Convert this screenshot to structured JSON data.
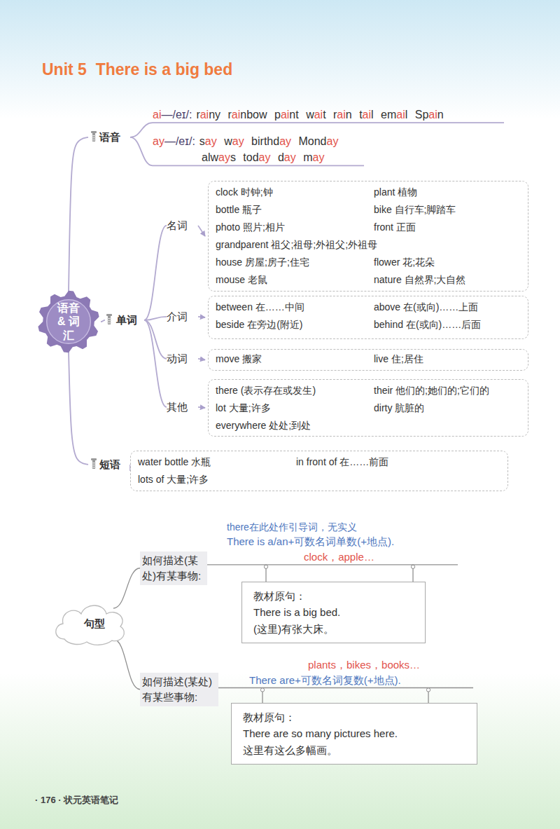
{
  "diagram": {
    "title": "Unit 5  There is a big bed",
    "nodes": [
      {
        "text": [
          "语音 & 词汇"
        ]
      },
      {
        "text": [
          "语音"
        ]
      },
      {
        "text": [
          "ai—/eɪ/:",
          "rainy rainbow paint wait rain tail email Spain"
        ]
      },
      {
        "text": [
          "ay—/eɪ/:",
          "say way birthday Monday always today day may"
        ]
      },
      {
        "text": [
          "单词"
        ]
      },
      {
        "text": [
          "名词"
        ]
      },
      {
        "text": [
          "clock 时钟;钟",
          "plant 植物",
          "bottle 瓶子",
          "bike 自行车;脚踏车",
          "photo 照片;相片",
          "front 正面",
          "grandparent 祖父;祖母;外祖父;外祖母",
          "house 房屋;房子;住宅",
          "flower 花;花朵",
          "mouse 老鼠",
          "nature 自然界;大自然"
        ]
      },
      {
        "text": [
          "介词"
        ]
      },
      {
        "text": [
          "between 在……中间",
          "above 在(或向)……上面",
          "beside 在旁边(附近)",
          "behind 在(或向)……后面"
        ]
      },
      {
        "text": [
          "动词"
        ]
      },
      {
        "text": [
          "move 搬家",
          "live 住;居住"
        ]
      },
      {
        "text": [
          "其他"
        ]
      },
      {
        "text": [
          "there (表示存在或发生)",
          "their 他们的;她们的;它们的",
          "lot 大量;许多",
          "dirty 肮脏的",
          "everywhere 处处;到处"
        ]
      },
      {
        "text": [
          "短语"
        ]
      },
      {
        "text": [
          "water bottle 水瓶",
          "in front of 在……前面",
          "lots of 大量;许多"
        ]
      },
      {
        "text": [
          "句型"
        ]
      },
      {
        "text": [
          "如何描述(某处)有某事物:"
        ]
      },
      {
        "text": [
          "there在此处作引导词，无实义",
          "There is a/an+可数名词单数(+地点).",
          "clock，apple…"
        ]
      },
      {
        "text": [
          "教材原句：",
          "There is a big bed.",
          "(这里)有张大床。"
        ]
      },
      {
        "text": [
          "如何描述(某处)有某些事物:"
        ]
      },
      {
        "text": [
          "plants，bikes，books…",
          "There are+可数名词复数(+地点)."
        ]
      },
      {
        "text": [
          "教材原句：",
          "There are so many pictures here.",
          "这里有这么多幅画。"
        ]
      }
    ],
    "edges": [
      {
        "from": 0,
        "to": 1,
        "arrow": "none"
      },
      {
        "from": 1,
        "to": 2,
        "arrow": "none"
      },
      {
        "from": 1,
        "to": 3,
        "arrow": "none"
      },
      {
        "from": 0,
        "to": 4,
        "arrow": "none"
      },
      {
        "from": 4,
        "to": 5,
        "arrow": "none"
      },
      {
        "from": 5,
        "to": 6,
        "arrow": "to"
      },
      {
        "from": 4,
        "to": 7,
        "arrow": "none"
      },
      {
        "from": 7,
        "to": 8,
        "arrow": "to"
      },
      {
        "from": 4,
        "to": 9,
        "arrow": "none"
      },
      {
        "from": 9,
        "to": 10,
        "arrow": "to"
      },
      {
        "from": 4,
        "to": 11,
        "arrow": "none"
      },
      {
        "from": 11,
        "to": 12,
        "arrow": "to"
      },
      {
        "from": 0,
        "to": 13,
        "arrow": "none"
      },
      {
        "from": 13,
        "to": 14,
        "arrow": "none"
      },
      {
        "from": 15,
        "to": 16,
        "arrow": "none"
      },
      {
        "from": 16,
        "to": 17,
        "arrow": "none"
      },
      {
        "from": 17,
        "to": 18,
        "arrow": "none"
      },
      {
        "from": 17,
        "to": 18,
        "arrow": "none"
      },
      {
        "from": 15,
        "to": 19,
        "arrow": "none"
      },
      {
        "from": 19,
        "to": 20,
        "arrow": "none"
      },
      {
        "from": 20,
        "to": 21,
        "arrow": "none"
      },
      {
        "from": 20,
        "to": 21,
        "arrow": "none"
      }
    ],
    "labels": [
      "· 176 · 状元英语笔记"
    ]
  }
}
